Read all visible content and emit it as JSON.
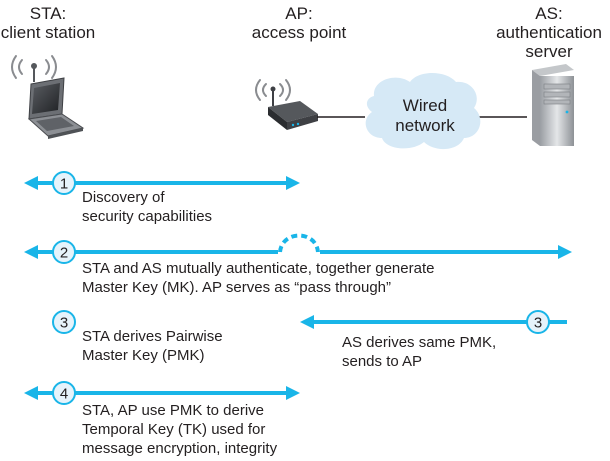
{
  "entities": [
    {
      "id": "sta",
      "line1": "STA:",
      "line2": "client station"
    },
    {
      "id": "ap",
      "line1": "AP:",
      "line2": "access point"
    },
    {
      "id": "as",
      "line1": "AS:",
      "line2": "authentication",
      "line3": "server"
    }
  ],
  "cloud_label": {
    "line1": "Wired",
    "line2": "network"
  },
  "steps": [
    {
      "number": "1",
      "lines": [
        "Discovery of",
        "security capabilities"
      ]
    },
    {
      "number": "2",
      "lines": [
        "STA and AS mutually authenticate, together generate",
        "Master Key (MK). AP serves as “pass through”"
      ]
    },
    {
      "number": "3",
      "lines": [
        "STA derives Pairwise",
        "Master Key (PMK)"
      ]
    },
    {
      "number": "3",
      "lines": [
        "AS derives same PMK,",
        "sends to AP"
      ]
    },
    {
      "number": "4",
      "lines": [
        "STA, AP use PMK to derive",
        "Temporal Key (TK) used for",
        "message encryption, integrity"
      ]
    }
  ],
  "colors": {
    "arrow": "#19b5e8",
    "circle_fill": "#e6f3fb",
    "cloud_fill": "#d6e9f6",
    "text": "#231f20"
  }
}
